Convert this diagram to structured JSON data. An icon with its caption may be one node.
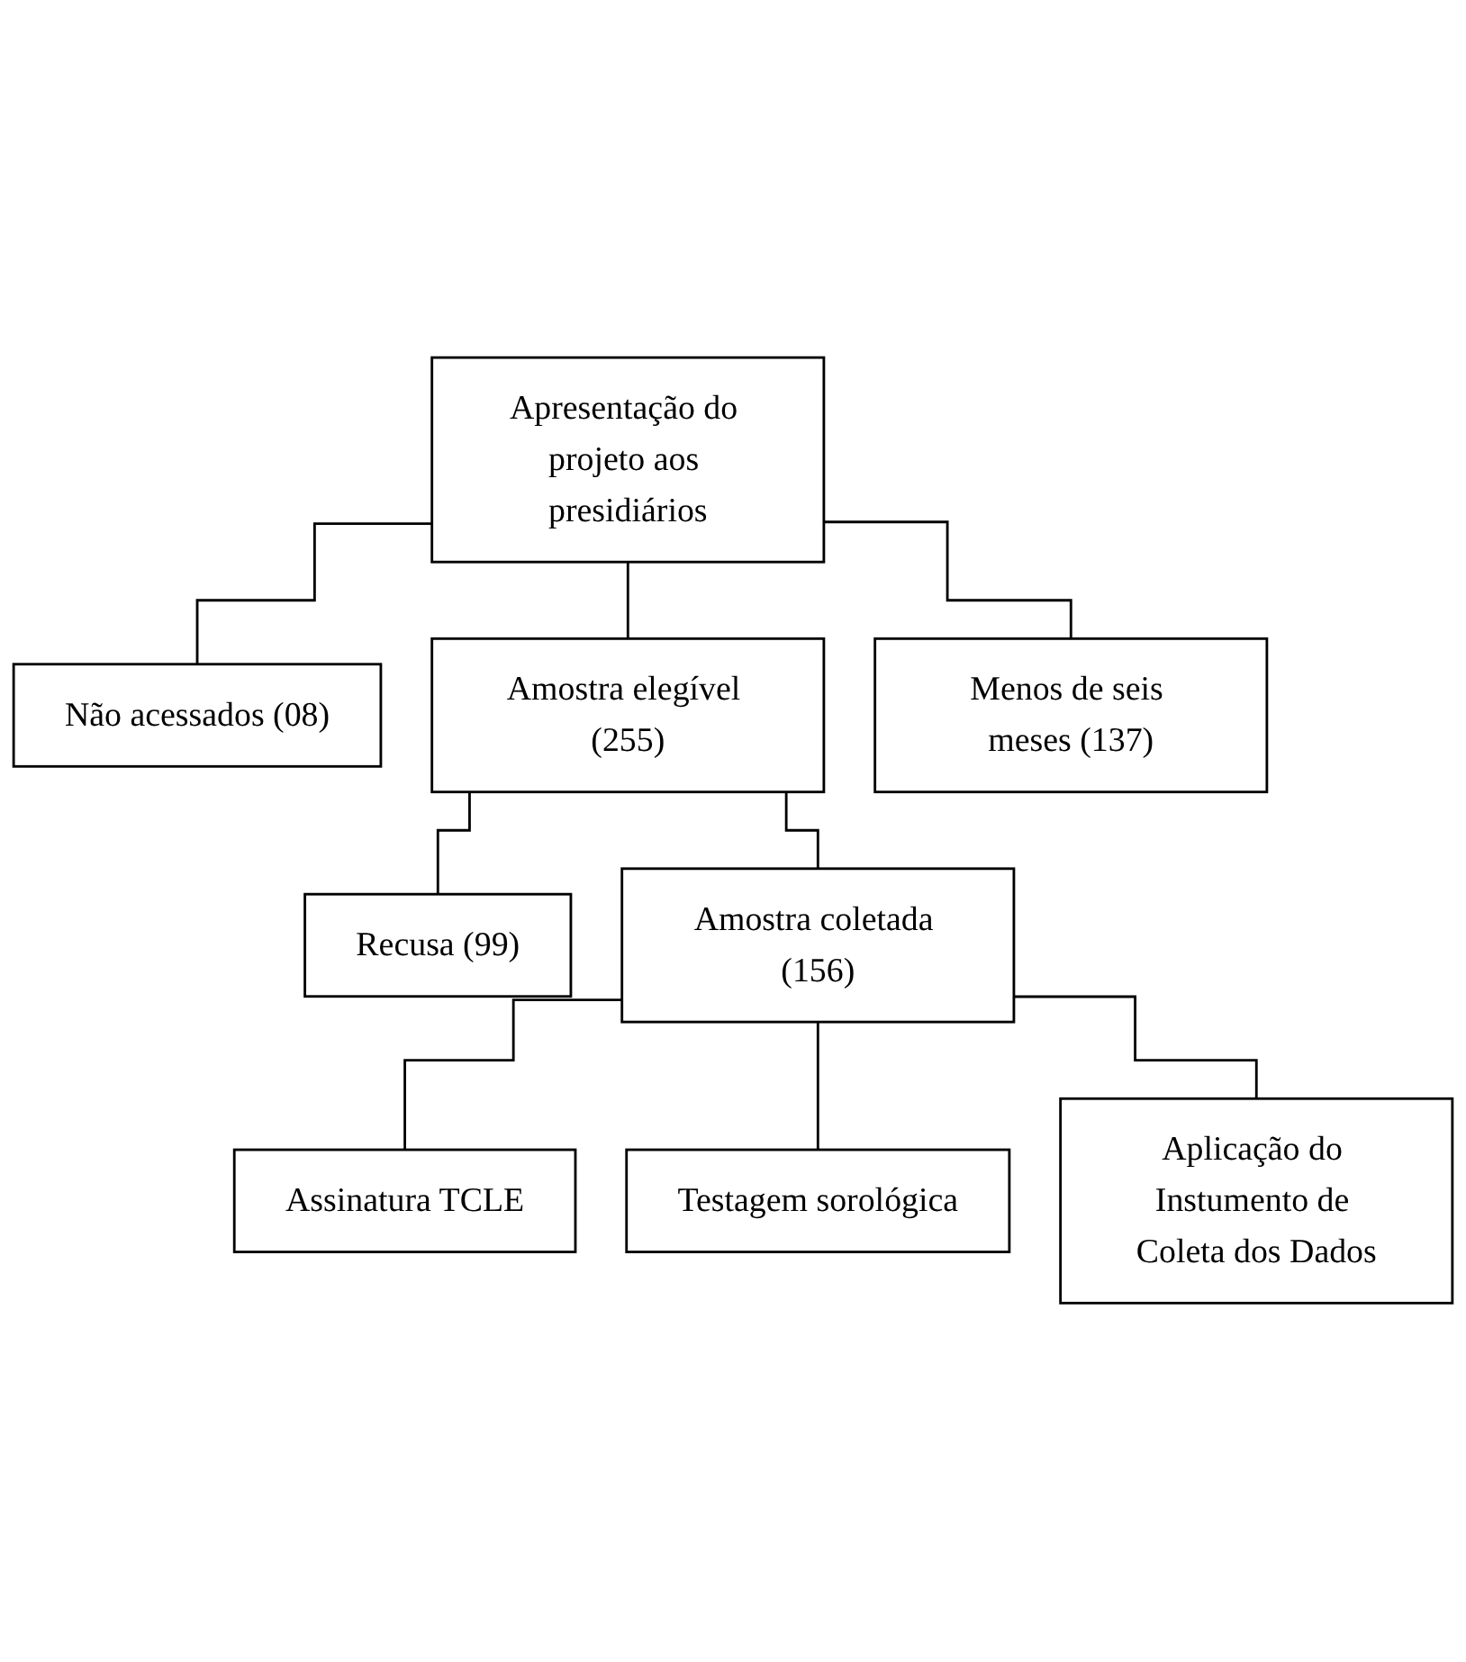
{
  "diagram": {
    "nodes": [
      {
        "text": [
          "Apresentação do projeto aos presidiários"
        ]
      },
      {
        "text": [
          "Não acessados (08)"
        ]
      },
      {
        "text": [
          "Amostra elegível (255)"
        ]
      },
      {
        "text": [
          "Menos de seis meses (137)"
        ]
      },
      {
        "text": [
          "Recusa (99)"
        ]
      },
      {
        "text": [
          "Amostra coletada (156)"
        ]
      },
      {
        "text": [
          "Assinatura TCLE"
        ]
      },
      {
        "text": [
          "Testagem sorológica"
        ]
      },
      {
        "text": [
          "Aplicação do Instumento de Coleta dos Dados"
        ]
      }
    ],
    "edges": [
      {
        "from": 0,
        "to": 1,
        "arrow": "none"
      },
      {
        "from": 0,
        "to": 2,
        "arrow": "none"
      },
      {
        "from": 0,
        "to": 3,
        "arrow": "none"
      },
      {
        "from": 2,
        "to": 4,
        "arrow": "none"
      },
      {
        "from": 2,
        "to": 5,
        "arrow": "none"
      },
      {
        "from": 5,
        "to": 6,
        "arrow": "none"
      },
      {
        "from": 5,
        "to": 7,
        "arrow": "none"
      },
      {
        "from": 5,
        "to": 8,
        "arrow": "none"
      }
    ]
  }
}
